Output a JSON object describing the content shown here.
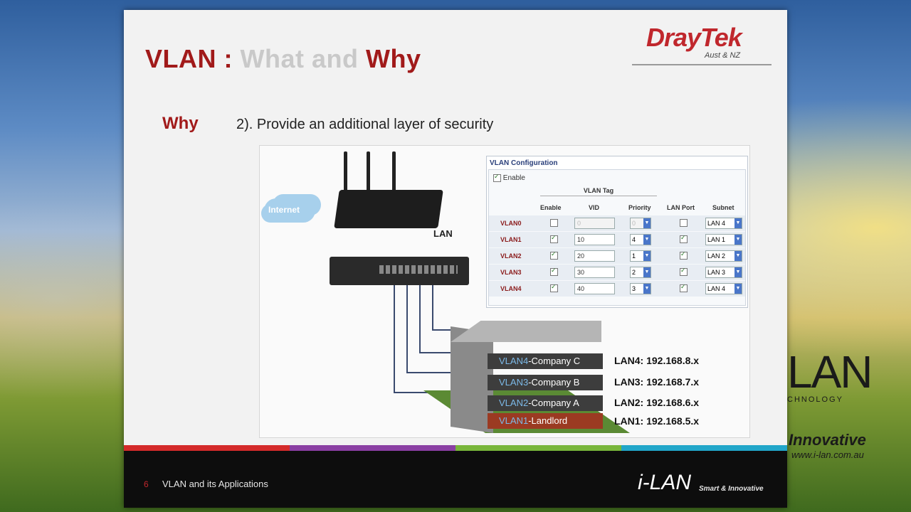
{
  "slide": {
    "title_part1": "VLAN : ",
    "title_part2": "What and ",
    "title_part3": "Why",
    "logo_main": "DrayTek",
    "logo_sub": "Aust & NZ",
    "why_label": "Why",
    "point_text": "2). Provide an additional layer of security"
  },
  "diagram": {
    "internet_label": "Internet",
    "lan_label": "LAN",
    "vlan_config": {
      "title": "VLAN Configuration",
      "enable_label": "Enable",
      "tag_label": "VLAN Tag",
      "headers": [
        "Enable",
        "VID",
        "Priority",
        "LAN Port",
        "Subnet"
      ],
      "rows": [
        {
          "name": "VLAN0",
          "enabled": false,
          "vid": "0",
          "priority": "0",
          "lan_port": false,
          "subnet": "LAN 4"
        },
        {
          "name": "VLAN1",
          "enabled": true,
          "vid": "10",
          "priority": "4",
          "lan_port": true,
          "subnet": "LAN 1"
        },
        {
          "name": "VLAN2",
          "enabled": true,
          "vid": "20",
          "priority": "1",
          "lan_port": true,
          "subnet": "LAN 2"
        },
        {
          "name": "VLAN3",
          "enabled": true,
          "vid": "30",
          "priority": "2",
          "lan_port": true,
          "subnet": "LAN 3"
        },
        {
          "name": "VLAN4",
          "enabled": true,
          "vid": "40",
          "priority": "3",
          "lan_port": true,
          "subnet": "LAN 4"
        }
      ]
    },
    "floors": [
      {
        "vlan": "VLAN4",
        "tenant": "-Company C",
        "color": "#3d3d3d"
      },
      {
        "vlan": "VLAN3",
        "tenant": "-Company B",
        "color": "#3d3d3d"
      },
      {
        "vlan": "VLAN2",
        "tenant": "-Company A",
        "color": "#3d3d3d"
      },
      {
        "vlan": "VLAN1",
        "tenant": "-Landlord",
        "color": "#9b3a22"
      }
    ],
    "lan_ips": [
      "LAN4: 192.168.8.x",
      "LAN3: 192.168.7.x",
      "LAN2: 192.168.6.x",
      "LAN1: 192.168.5.x"
    ]
  },
  "footer": {
    "page_number": "6",
    "text": "VLAN and its Applications",
    "logo": "i-LAN",
    "tagline": "Smart & Innovative"
  },
  "background": {
    "logo": "LAN",
    "tech": "CHNOLOGY",
    "innovative": "Innovative",
    "url": "www.i-lan.com.au"
  }
}
